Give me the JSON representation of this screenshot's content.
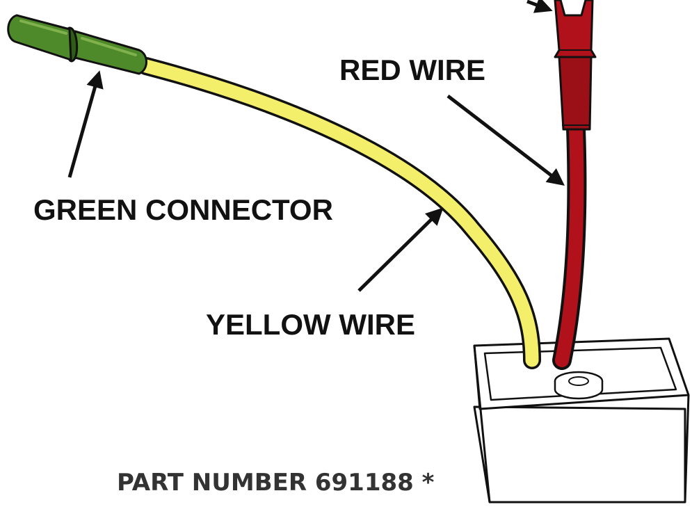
{
  "labels": {
    "red_wire": "RED WIRE",
    "green_connector": "GREEN CONNECTOR",
    "yellow_wire": "YELLOW WIRE",
    "part_number": "PART NUMBER 691188 *"
  },
  "colors": {
    "yellow_wire": "#f3ef6a",
    "red_wire": "#b0111a",
    "red_wire_dark": "#7a0a0f",
    "green_connector": "#4f8a2a",
    "green_connector_dark": "#2f5c16",
    "outline": "#111111",
    "text": "#111111",
    "part_text": "#333333"
  },
  "icons": [
    "arrow-up-right",
    "arrow-up-left",
    "arrow-down-right",
    "arrow-up"
  ]
}
